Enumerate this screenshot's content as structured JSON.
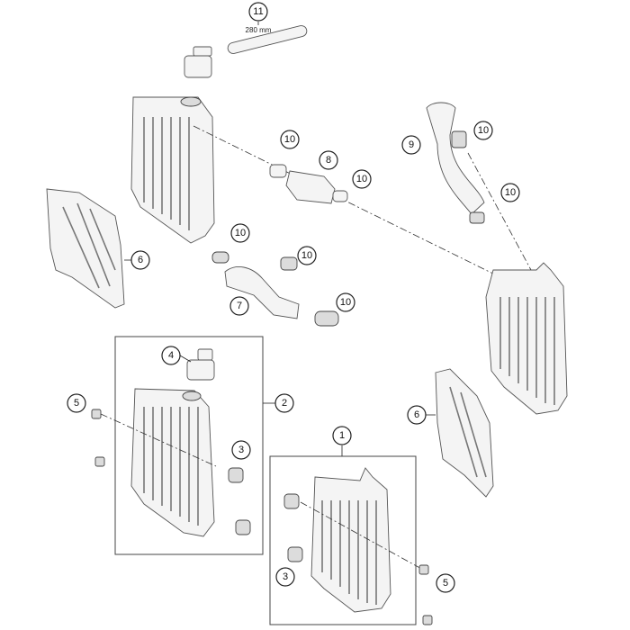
{
  "callouts": {
    "c1": "1",
    "c2": "2",
    "c3a": "3",
    "c3b": "3",
    "c4": "4",
    "c5a": "5",
    "c5b": "5",
    "c6a": "6",
    "c6b": "6",
    "c7": "7",
    "c8": "8",
    "c9": "9",
    "c10a": "10",
    "c10b": "10",
    "c10c": "10",
    "c10d": "10",
    "c10e": "10",
    "c10f": "10",
    "c10g": "10",
    "c11": "11"
  },
  "hose_length": "280 mm",
  "colors": {
    "line": "#222222",
    "part_fill": "#f4f4f4",
    "part_stroke": "#555555"
  }
}
